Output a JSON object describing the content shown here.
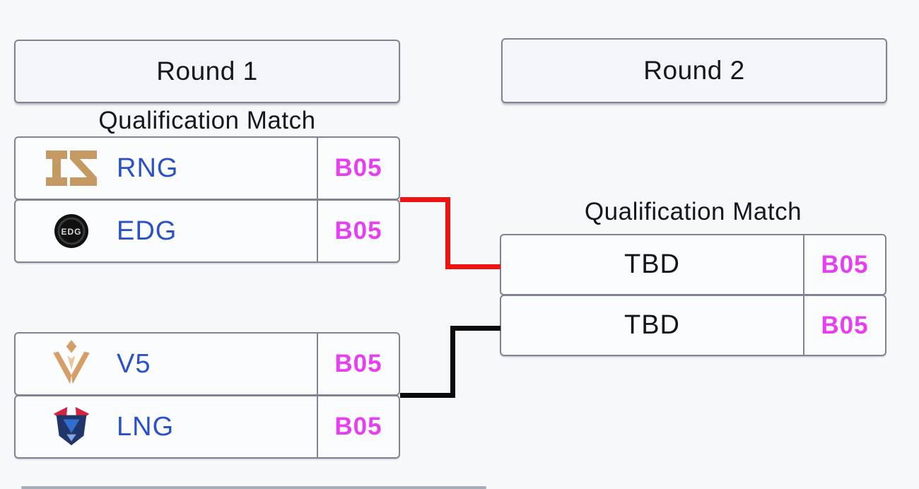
{
  "rounds": [
    {
      "label": "Round 1"
    },
    {
      "label": "Round 2"
    }
  ],
  "matches": [
    {
      "label": "Qualification Match",
      "teams": [
        {
          "name": "RNG",
          "format": "B05",
          "logo": "rng-logo"
        },
        {
          "name": "EDG",
          "format": "B05",
          "logo": "edg-logo"
        }
      ]
    },
    {
      "teams": [
        {
          "name": "V5",
          "format": "B05",
          "logo": "v5-logo"
        },
        {
          "name": "LNG",
          "format": "B05",
          "logo": "lng-logo"
        }
      ]
    },
    {
      "label": "Qualification Match",
      "teams": [
        {
          "name": "TBD",
          "format": "B05"
        },
        {
          "name": "TBD",
          "format": "B05"
        }
      ]
    }
  ],
  "colors": {
    "winner_line_red": "#ec1310",
    "loser_line_black": "#0b0b0b",
    "team_name_blue": "#2a52c6",
    "format_magenta": "#e83ef2",
    "heading_dark": "#16161f",
    "table_border_gray": "#7e8590",
    "cell_background": "#fbfcfe",
    "page_background": "#f7f8fa"
  }
}
